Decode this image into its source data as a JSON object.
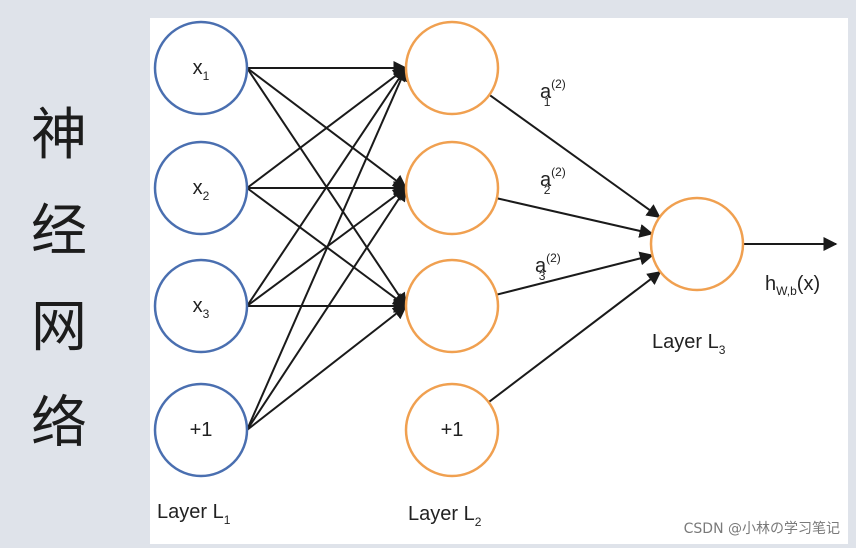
{
  "side_title": [
    "神",
    "经",
    "网",
    "络"
  ],
  "input_nodes": [
    {
      "base": "x",
      "sub": "1"
    },
    {
      "base": "x",
      "sub": "2"
    },
    {
      "base": "x",
      "sub": "3"
    },
    {
      "base": "+1",
      "sub": ""
    }
  ],
  "hidden_nodes": [
    {
      "base": "",
      "sub": ""
    },
    {
      "base": "",
      "sub": ""
    },
    {
      "base": "",
      "sub": ""
    },
    {
      "base": "+1",
      "sub": ""
    }
  ],
  "activation_labels": [
    {
      "base": "a",
      "sub": "1",
      "sup": "(2)"
    },
    {
      "base": "a",
      "sub": "2",
      "sup": "(2)"
    },
    {
      "base": "a",
      "sub": "3",
      "sup": "(2)"
    }
  ],
  "output_label": {
    "base": "h",
    "sub": "W,b",
    "tail": "(x)"
  },
  "layer_labels": [
    {
      "base": "Layer L",
      "sub": "1"
    },
    {
      "base": "Layer L",
      "sub": "2"
    },
    {
      "base": "Layer L",
      "sub": "3"
    }
  ],
  "colors": {
    "input": "#4a6fb0",
    "hidden": "#f0a050",
    "output": "#f0a050",
    "edge": "#1a1a1a"
  },
  "watermark": "CSDN @小林の学习笔记"
}
